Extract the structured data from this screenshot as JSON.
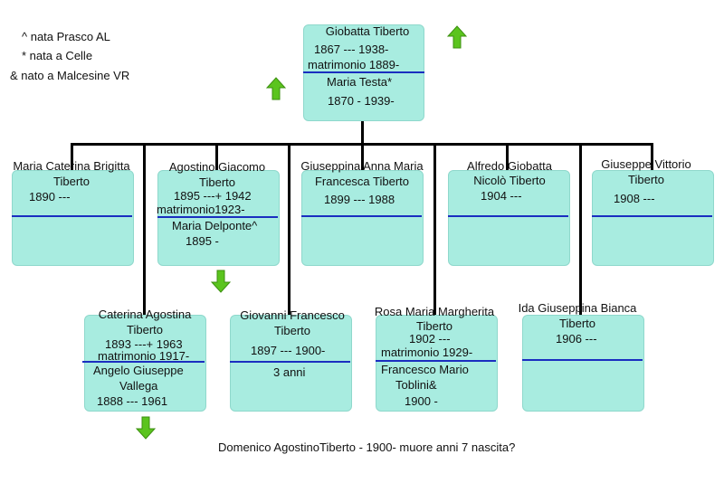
{
  "legend": {
    "line1": "^ nata Prasco AL",
    "line2": "* nata a Celle",
    "line3": "& nato a Malcesine VR"
  },
  "root": {
    "name": "Giobatta Tiberto",
    "dates": "1867 --- 1938-",
    "marriage": "matrimonio 1889-",
    "spouse": "Maria Testa*",
    "spouse_dates": "1870  - 1939-"
  },
  "children": [
    {
      "name": "Maria Caterina Brigitta",
      "name2": "Tiberto",
      "dates": "1890 ---"
    },
    {
      "name": "Agostino Giacomo",
      "name2": "Tiberto",
      "dates": "1895 ---+ 1942",
      "marriage": "matrimonio1923-",
      "spouse": "Maria Delponte^",
      "spouse_dates": "1895 -"
    },
    {
      "name": "Giuseppina Anna Maria",
      "name2": "Francesca Tiberto",
      "dates": "1899 --- 1988"
    },
    {
      "name": "Alfredo Giobatta",
      "name2": "Nicolò Tiberto",
      "dates": "1904 ---"
    },
    {
      "name": "Giuseppe Vittorio",
      "name2": "Tiberto",
      "dates": "1908 ---"
    },
    {
      "name": "Caterina Agostina",
      "name2": "Tiberto",
      "dates": "1893 ---+ 1963",
      "marriage": "matrimonio 1917-",
      "spouse": "Angelo Giuseppe",
      "spouse2": "Vallega",
      "spouse_dates": "1888 --- 1961"
    },
    {
      "name": "Giovanni Francesco",
      "name2": "Tiberto",
      "dates": "1897 --- 1900-",
      "note": "3 anni"
    },
    {
      "name": "Rosa Maria Margherita",
      "name2": "Tiberto",
      "dates": "1902 ---",
      "marriage": "matrimonio 1929-",
      "spouse": "Francesco Mario",
      "spouse2": "Toblini&",
      "spouse_dates": "1900 -"
    },
    {
      "name": "Ida Giuseppina Bianca",
      "name2": "Tiberto",
      "dates": "1906 ---"
    }
  ],
  "footer": "Domenico AgostinoTiberto - 1900- muore anni 7 nascita?",
  "colors": {
    "box": "#a8ece0",
    "divider": "#1a2ec0",
    "arrow": "#5bc41e"
  }
}
